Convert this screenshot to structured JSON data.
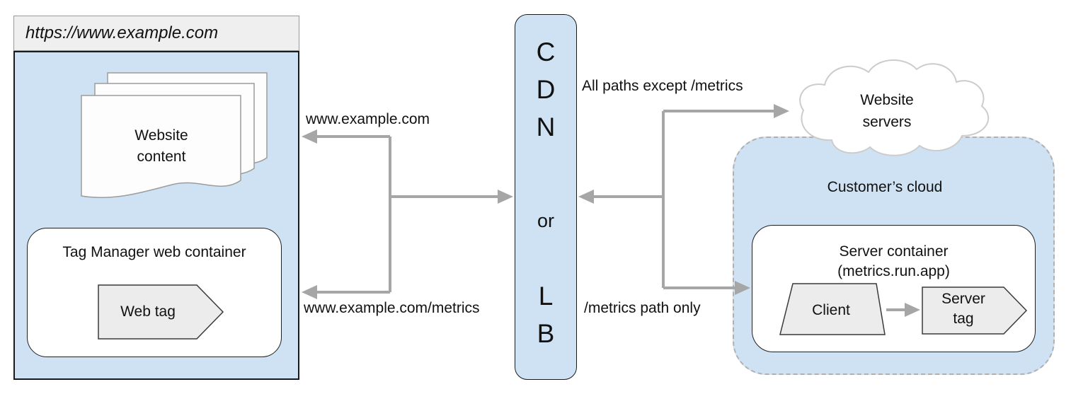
{
  "diagram": {
    "browser": {
      "url": "https://www.example.com",
      "content_doc": {
        "line1": "Website",
        "line2": "content"
      },
      "tag_manager": {
        "title": "Tag Manager web container",
        "web_tag": "Web tag"
      }
    },
    "cdn": {
      "c": "C",
      "d": "D",
      "n": "N",
      "or": "or",
      "l": "L",
      "b": "B"
    },
    "edge_labels": {
      "www": "www.example.com",
      "www_metrics": "www.example.com/metrics",
      "all_paths": "All paths except /metrics",
      "metrics_only": "/metrics path only"
    },
    "website_servers": {
      "line1": "Website",
      "line2": "servers"
    },
    "customer_cloud": {
      "label": "Customer’s cloud",
      "server_container": {
        "title": "Server container",
        "subtitle": "(metrics.run.app)",
        "client": "Client",
        "server_tag": {
          "line1": "Server",
          "line2": "tag"
        }
      }
    },
    "colors": {
      "panel_blue": "#cfe2f3",
      "arrow_gray": "#a6a6a6",
      "shape_gray": "#ececec",
      "header_gray": "#efefef"
    }
  }
}
